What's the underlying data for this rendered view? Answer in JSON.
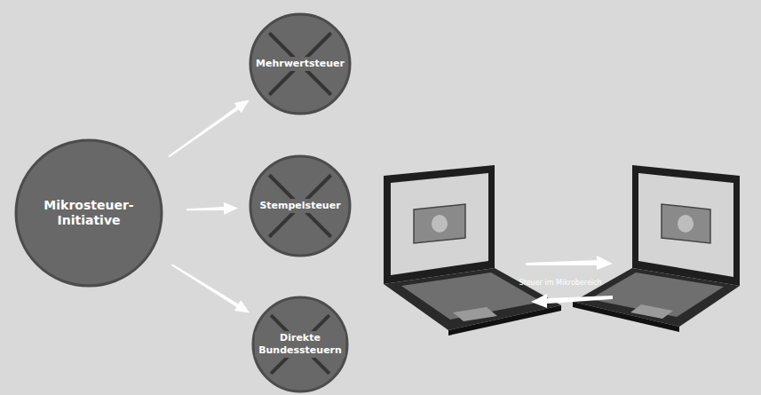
{
  "diagram": {
    "nodes": [
      {
        "text": [
          "Mikrosteuer-Initiative"
        ]
      },
      {
        "text": [
          "Mehrwertsteuer"
        ]
      },
      {
        "text": [
          "Stempelsteuer"
        ]
      },
      {
        "text": [
          "Direkte Bundessteuern"
        ]
      }
    ],
    "edges": [
      {
        "from": 0,
        "to": 1,
        "arrow": "to"
      },
      {
        "from": 0,
        "to": 2,
        "arrow": "to"
      },
      {
        "from": 0,
        "to": 3,
        "arrow": "to"
      }
    ],
    "labels": [
      "Steuer im Mikrobereich"
    ]
  }
}
